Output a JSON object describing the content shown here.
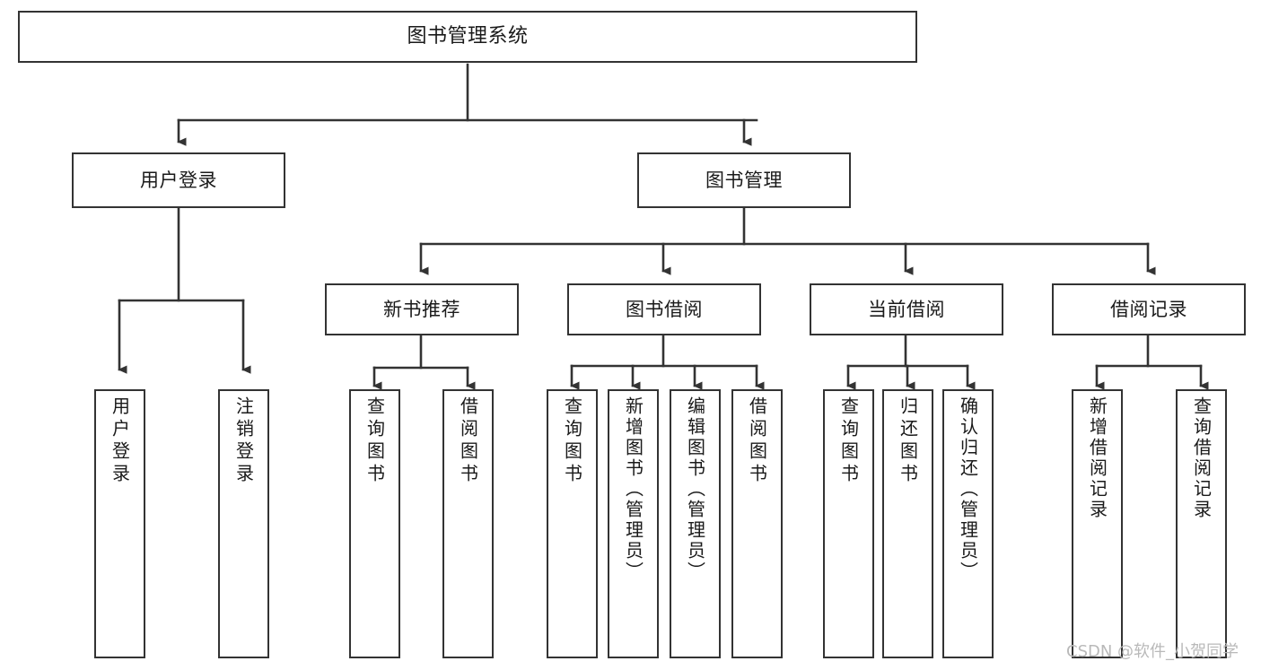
{
  "diagram": {
    "type": "tree-hierarchy-chart",
    "title": "图书管理系统",
    "watermark": "CSDN @软件_小贺同学",
    "colors": {
      "box_border": "#333333",
      "box_fill": "#ffffff",
      "connector": "#333333",
      "text": "#1a1a1a",
      "watermark": "#b9b9b9",
      "background": "#ffffff"
    },
    "nodes": {
      "root": {
        "label": "图书管理系统"
      },
      "level1": [
        {
          "label": "用户登录"
        },
        {
          "label": "图书管理"
        }
      ],
      "level2": [
        {
          "label": "新书推荐"
        },
        {
          "label": "图书借阅"
        },
        {
          "label": "当前借阅"
        },
        {
          "label": "借阅记录"
        }
      ],
      "leaves": {
        "user_login": [
          {
            "label": "用户登录"
          },
          {
            "label": "注销登录"
          }
        ],
        "new_book": [
          {
            "label": "查询图书"
          },
          {
            "label": "借阅图书"
          }
        ],
        "book_borrow": [
          {
            "label": "查询图书"
          },
          {
            "label": "新增图书（管理员）"
          },
          {
            "label": "编辑图书（管理员）"
          },
          {
            "label": "借阅图书"
          }
        ],
        "current_borrow": [
          {
            "label": "查询图书"
          },
          {
            "label": "归还图书"
          },
          {
            "label": "确认归还（管理员）"
          }
        ],
        "borrow_record": [
          {
            "label": "新增借阅记录"
          },
          {
            "label": "查询借阅记录"
          }
        ]
      }
    }
  }
}
